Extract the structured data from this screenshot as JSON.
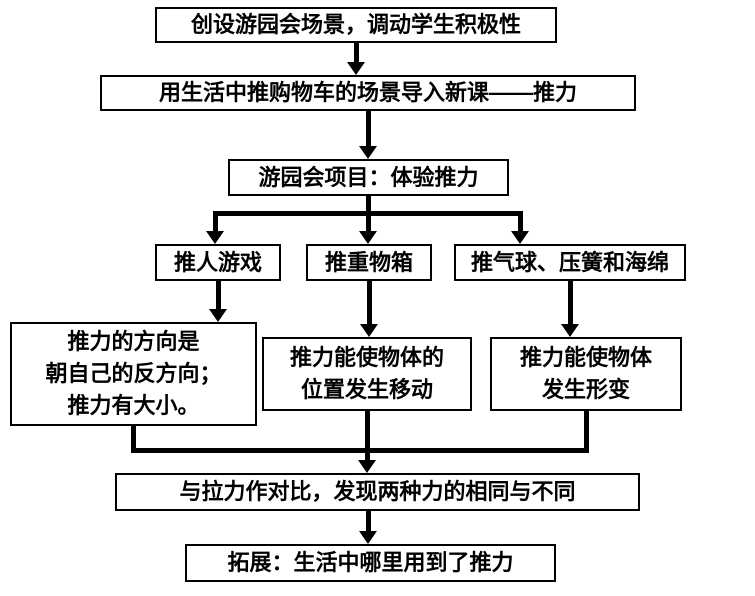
{
  "colors": {
    "border": "#000000",
    "background": "#ffffff",
    "text": "#000000"
  },
  "flowchart": {
    "nodes": {
      "n1": {
        "text": "创设游园会场景，调动学生积极性"
      },
      "n2": {
        "text": "用生活中推购物车的场景导入新课——推力"
      },
      "n3": {
        "text": "游园会项目：体验推力"
      },
      "n4a": {
        "text": "推人游戏"
      },
      "n4b": {
        "text": "推重物箱"
      },
      "n4c": {
        "text": "推气球、压簧和海绵"
      },
      "n5a": {
        "text": "推力的方向是\n朝自己的反方向；\n推力有大小。"
      },
      "n5b": {
        "text": "推力能使物体的\n位置发生移动"
      },
      "n5c": {
        "text": "推力能使物体\n发生形变"
      },
      "n6": {
        "text": "与拉力作对比，发现两种力的相同与不同"
      },
      "n7": {
        "text": "拓展：生活中哪里用到了推力"
      }
    }
  }
}
